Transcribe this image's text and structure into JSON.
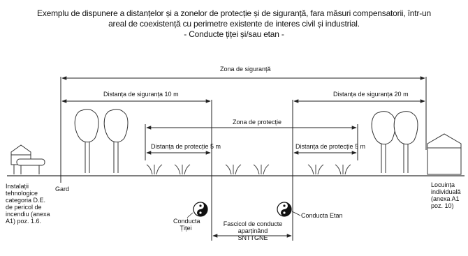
{
  "title": {
    "line1": "Exemplu de dispunere a distanțelor și a zonelor de protecție și de siguranță, fara  măsuri compensatorii, într-un",
    "line2": "areal de coexistență cu perimetre existente de interes civil și industrial.",
    "line3": "- Conducte țiței și/sau etan -"
  },
  "labels": {
    "zona_siguranta": "Zona de siguranță",
    "dist_siguranta_left": "Distanța de siguranța 10 m",
    "dist_siguranta_right": "Distanța de siguranța 20 m",
    "zona_protectie": "Zona de protecție",
    "dist_protectie_left": "Distanța de protecție 5 m",
    "dist_protectie_right": "Distanța de protecție 5 m",
    "gard": "Gard",
    "instalatii": "Instalații tehnologice categoria D.E. de pericol de incendiu (anexa A1) poz. 1.6.",
    "locuinta": "Locuința individuală (anexa A1 poz. 10)",
    "conducta_titei": "Conducta Țiței",
    "conducta_etan": "Conducta Etan",
    "fascicol": "Fascicol de conducte aparținând SNTTGNE"
  }
}
